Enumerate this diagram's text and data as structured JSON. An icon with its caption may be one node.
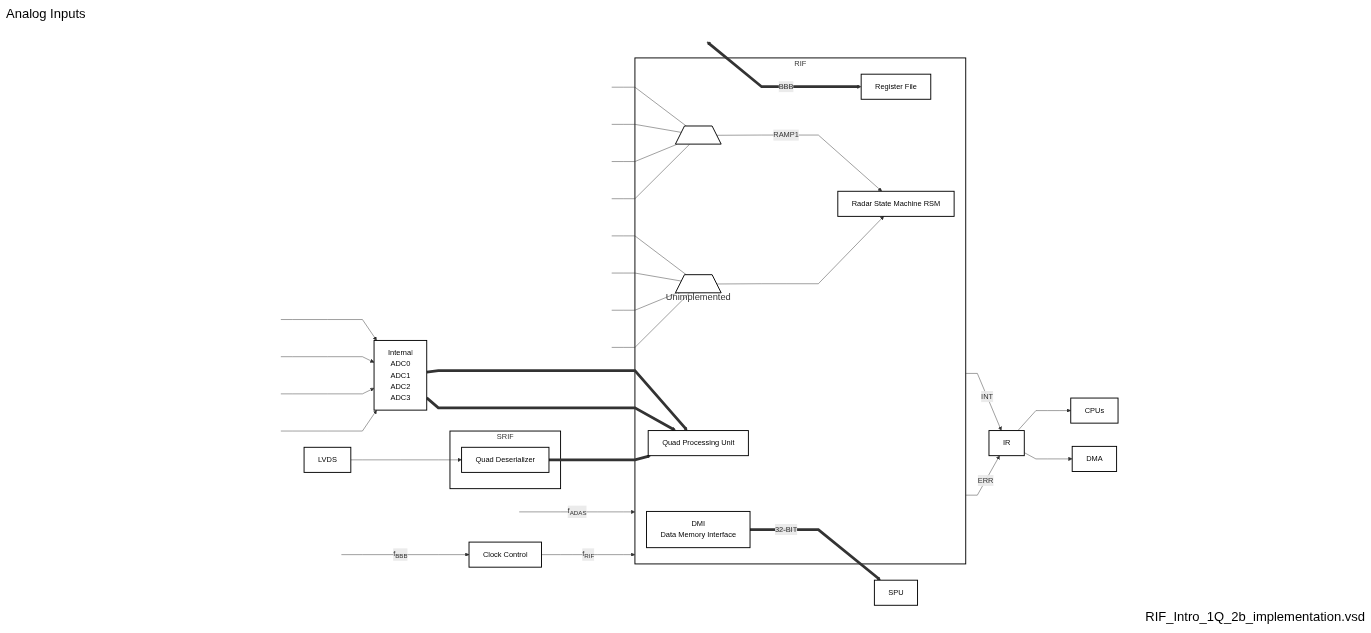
{
  "diagram": {
    "caption": "RIF_Intro_1Q_2b_implementation.vsd",
    "nodes": [
      {
        "text": [
          "Internal",
          "ADC0",
          "ADC1",
          "ADC2",
          "ADC3"
        ]
      },
      {
        "text": [
          "SRIF"
        ]
      },
      {
        "text": [
          "Quad Deserializer"
        ],
        "in": 1
      },
      {
        "text": [
          "LVDS"
        ]
      },
      {
        "text": [
          "RIF"
        ]
      },
      {
        "text": [
          "Quad Processing Unit"
        ],
        "in": 4
      },
      {
        "text": [
          "DMI",
          "Data Memory Interface"
        ],
        "in": 4
      },
      {
        "text": [
          "Register File"
        ],
        "in": 4
      },
      {
        "text": [
          "Radar State Machine RSM"
        ],
        "in": 4
      },
      {
        "text": [],
        "shape": "trapezoid",
        "in": 4
      },
      {
        "text": [],
        "shape": "trapezoid",
        "in": 4,
        "beside": [
          "Unimplemented"
        ]
      },
      {
        "text": [
          "SPU"
        ]
      },
      {
        "text": [
          "Clock Control"
        ]
      },
      {
        "text": [
          "IR"
        ]
      },
      {
        "text": [
          "CPUs"
        ]
      },
      {
        "text": [
          "DMA"
        ]
      }
    ],
    "edges": [
      {
        "from": null,
        "to": 0,
        "arrow": "to"
      },
      {
        "from": null,
        "to": 0,
        "arrow": "to"
      },
      {
        "from": null,
        "to": 0,
        "arrow": "to"
      },
      {
        "from": null,
        "to": 0,
        "arrow": "to"
      },
      {
        "from": 3,
        "to": 2,
        "arrow": "to"
      },
      {
        "from": 0,
        "to": 5,
        "arrow": "to",
        "style": "thick"
      },
      {
        "from": 0,
        "to": 5,
        "arrow": "to",
        "style": "thick"
      },
      {
        "from": 2,
        "to": 5,
        "arrow": "to",
        "style": "thick"
      },
      {
        "from": 6,
        "to": 11,
        "arrow": "to",
        "label": "32-BIT",
        "style": "thick"
      },
      {
        "from": 7,
        "to": null,
        "arrow": "both",
        "label": "BBB",
        "style": "thick"
      },
      {
        "from": null,
        "to": 4,
        "arrow": "to",
        "label": "f$_{ADAS}$"
      },
      {
        "from": 12,
        "to": 4,
        "arrow": "to",
        "label": "f$_{RIF}$"
      },
      {
        "from": null,
        "to": 12,
        "arrow": "to",
        "label": "f$_{BBB}$"
      },
      {
        "from": 9,
        "to": 8,
        "arrow": "to",
        "label": "RAMP1"
      },
      {
        "from": 10,
        "to": 8,
        "arrow": "to"
      },
      {
        "from": 4,
        "to": 13,
        "arrow": "to",
        "label": "INT"
      },
      {
        "from": 4,
        "to": 13,
        "arrow": "to",
        "label": "ERR"
      },
      {
        "from": 13,
        "to": 14,
        "arrow": "to"
      },
      {
        "from": 13,
        "to": 15,
        "arrow": "to"
      },
      {
        "from": null,
        "to": 9,
        "arrow": "none"
      },
      {
        "from": null,
        "to": 9,
        "arrow": "none"
      },
      {
        "from": null,
        "to": 9,
        "arrow": "none"
      },
      {
        "from": null,
        "to": 9,
        "arrow": "none"
      },
      {
        "from": null,
        "to": 10,
        "arrow": "none"
      },
      {
        "from": null,
        "to": 10,
        "arrow": "none"
      },
      {
        "from": null,
        "to": 10,
        "arrow": "none"
      },
      {
        "from": null,
        "to": 10,
        "arrow": "none"
      }
    ],
    "labels": [
      "Analog Inputs"
    ]
  }
}
